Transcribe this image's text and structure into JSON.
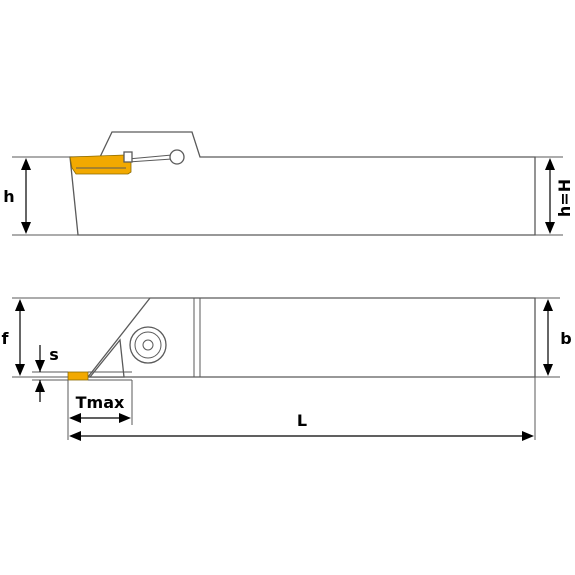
{
  "diagram": {
    "labels": {
      "h": "h",
      "h_eq_H": "h=H",
      "f": "f",
      "s": "s",
      "b": "b",
      "tmax": "Tmax",
      "length": "L"
    },
    "colors": {
      "insert": "#F2A900",
      "outline": "#5a5a5a",
      "dimension": "#000000",
      "background": "#ffffff"
    }
  }
}
